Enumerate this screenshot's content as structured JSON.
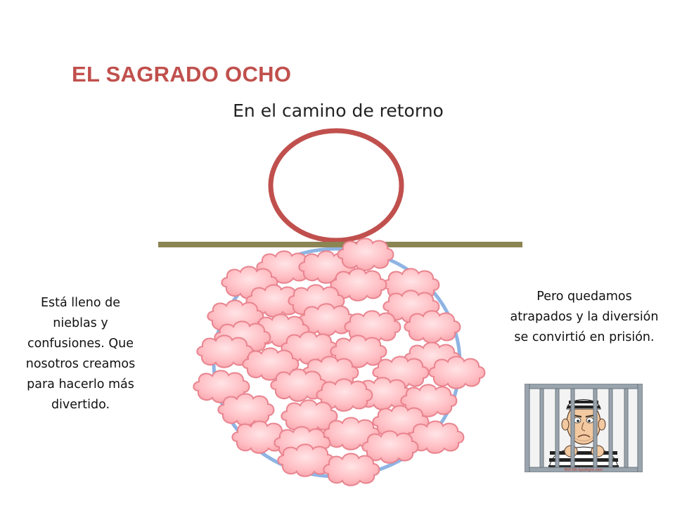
{
  "title": "EL SAGRADO OCHO",
  "subtitle": "En el camino de retorno",
  "left_text": "Está lleno de nieblas y confusiones. Que nosotros creamos para hacerlo más divertido.",
  "right_text": "Pero quedamos atrapados y la diversión se convirtió en prisión.",
  "prisoner_caption": "NVCHA-Spotlight.com",
  "colors": {
    "title": "#c0504d",
    "upper_circle": "#c0504d",
    "horizon_line": "#8b8453",
    "lower_circle": "#8eb4e3",
    "cloud_fill": "#ffc0c4",
    "cloud_stroke": "#f08a94"
  },
  "icons": [
    "prisoner-behind-bars-image",
    "cloud-icon"
  ]
}
